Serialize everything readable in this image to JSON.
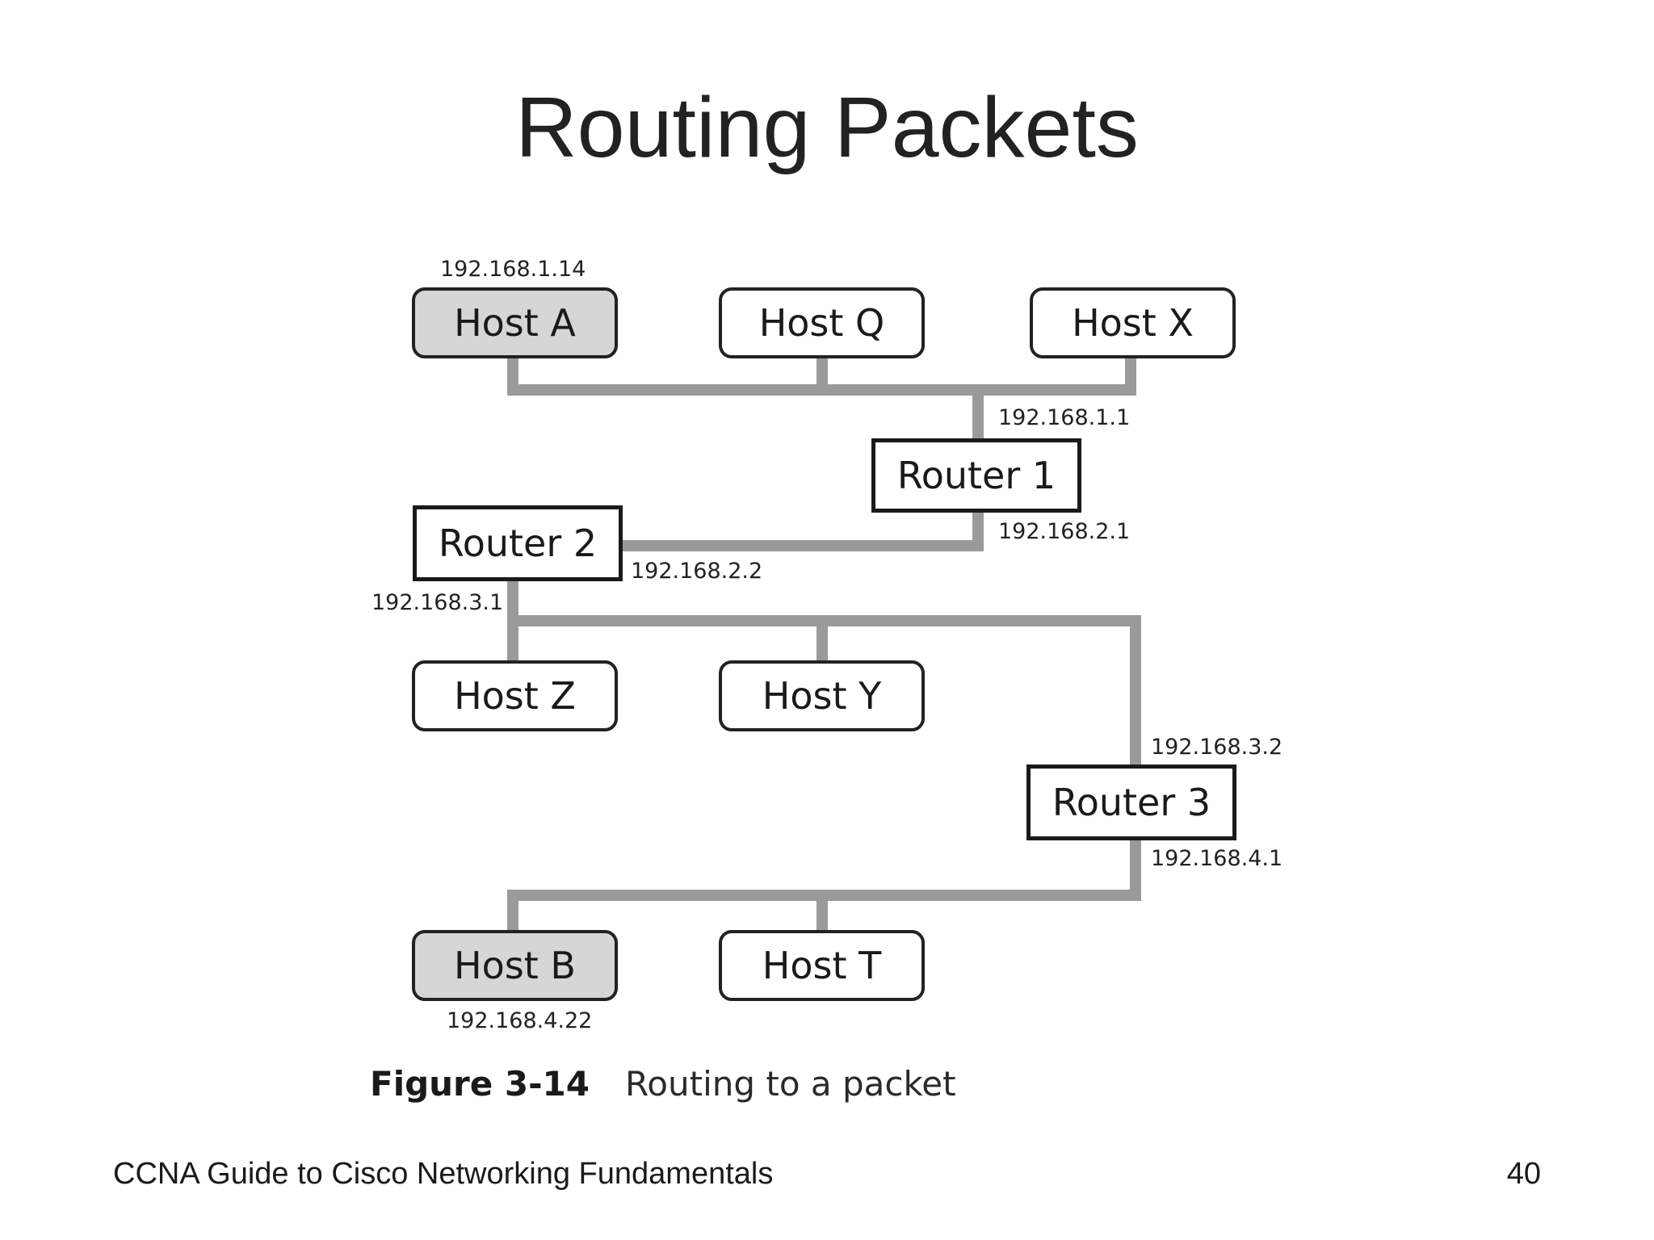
{
  "slide": {
    "title": "Routing Packets",
    "footer_left": "CCNA Guide to Cisco Networking Fundamentals",
    "page_number": "40"
  },
  "figure": {
    "number": "Figure 3-14",
    "caption": "Routing to a packet"
  },
  "colors": {
    "link": "#9a9a9a",
    "host_shaded": "#d6d6d6",
    "border": "#1a1a1a"
  },
  "nodes": {
    "host_a": "Host A",
    "host_q": "Host Q",
    "host_x": "Host X",
    "router_1": "Router 1",
    "router_2": "Router 2",
    "host_z": "Host Z",
    "host_y": "Host Y",
    "router_3": "Router 3",
    "host_b": "Host B",
    "host_t": "Host T"
  },
  "addresses": {
    "host_a": "192.168.1.14",
    "router_1_lan1": "192.168.1.1",
    "router_1_wan": "192.168.2.1",
    "router_2_wan": "192.168.2.2",
    "router_2_lan3": "192.168.3.1",
    "router_3_lan3": "192.168.3.2",
    "router_3_lan4": "192.168.4.1",
    "host_b": "192.168.4.22"
  },
  "links": [
    {
      "from": "Host A",
      "to": "LAN 1"
    },
    {
      "from": "Host Q",
      "to": "LAN 1"
    },
    {
      "from": "Host X",
      "to": "LAN 1"
    },
    {
      "from": "Router 1",
      "to": "LAN 1"
    },
    {
      "from": "Router 1",
      "to": "Router 2"
    },
    {
      "from": "Router 2",
      "to": "LAN 3"
    },
    {
      "from": "Host Z",
      "to": "LAN 3"
    },
    {
      "from": "Host Y",
      "to": "LAN 3"
    },
    {
      "from": "Router 3",
      "to": "LAN 3"
    },
    {
      "from": "Router 3",
      "to": "LAN 4"
    },
    {
      "from": "Host B",
      "to": "LAN 4"
    },
    {
      "from": "Host T",
      "to": "LAN 4"
    }
  ]
}
